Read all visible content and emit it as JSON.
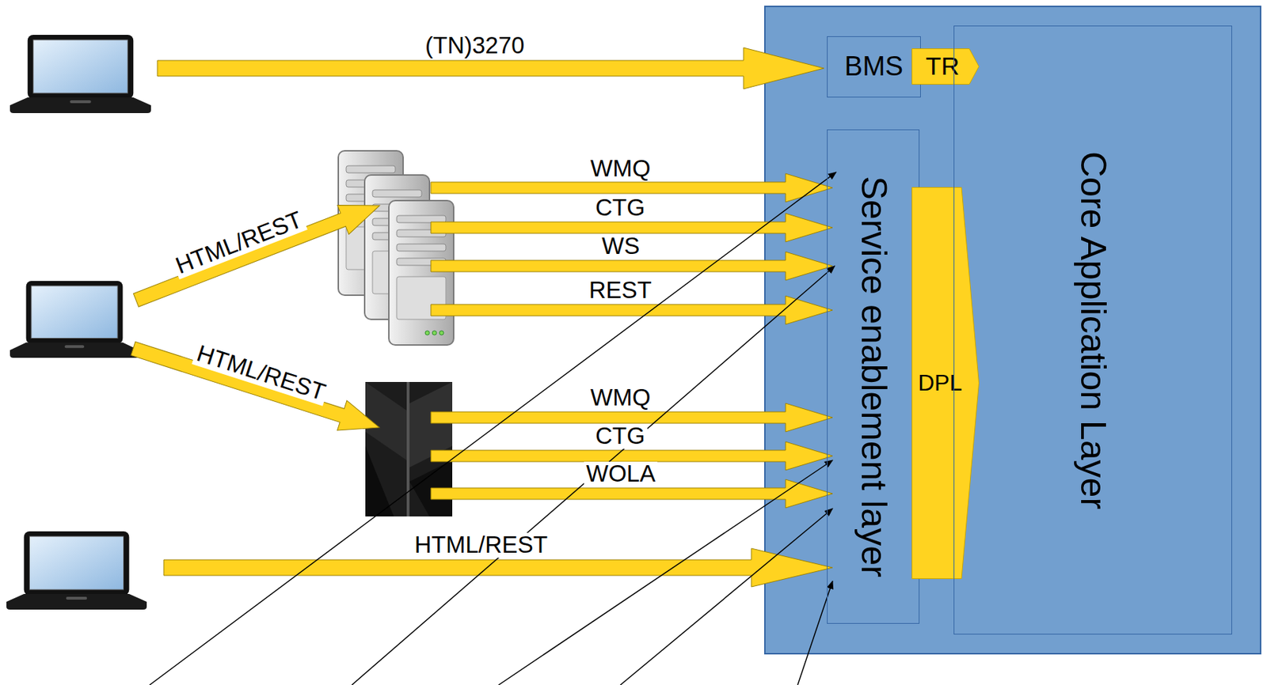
{
  "diagram": {
    "nodes": [
      {
        "text": [
          "BMS"
        ]
      },
      {
        "text": [
          "TR"
        ]
      },
      {
        "text": [
          "Service enablement layer"
        ]
      },
      {
        "text": [
          "DPL"
        ]
      },
      {
        "text": [
          "Core Application Layer"
        ]
      }
    ],
    "labels": [
      "(TN)3270",
      "WMQ",
      "CTG",
      "HTML/REST",
      "WS",
      "REST",
      "HTML/REST",
      "WMQ",
      "CTG",
      "WOLA",
      "HTML/REST"
    ]
  }
}
